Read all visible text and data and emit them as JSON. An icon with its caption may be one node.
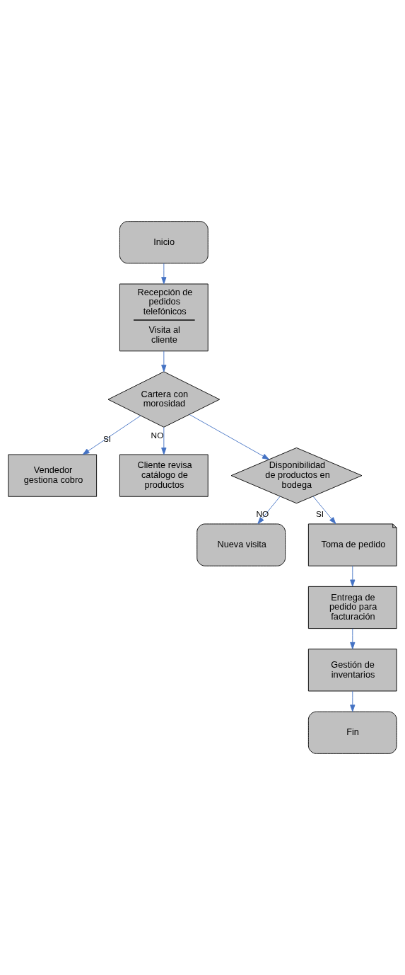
{
  "diagram": {
    "nodes": [
      {
        "text": [
          "Inicio"
        ]
      },
      {
        "text": [
          "Recepción de pedidos telefónicos",
          "Visita al cliente"
        ]
      },
      {
        "text": [
          "Cartera con morosidad"
        ]
      },
      {
        "text": [
          "Vendedor gestiona cobro"
        ]
      },
      {
        "text": [
          "Cliente revisa catálogo de productos"
        ]
      },
      {
        "text": [
          "Disponibilidad de productos en bodega"
        ]
      },
      {
        "text": [
          "Nueva visita"
        ]
      },
      {
        "text": [
          "Toma de pedido"
        ]
      },
      {
        "text": [
          "Entrega de pedido para facturación"
        ]
      },
      {
        "text": [
          "Gestión de inventarios"
        ]
      },
      {
        "text": [
          "Fin"
        ]
      }
    ],
    "edges": [
      {
        "from": 0,
        "to": 1,
        "arrow": "to"
      },
      {
        "from": 1,
        "to": 2,
        "arrow": "to"
      },
      {
        "from": 2,
        "to": 3,
        "arrow": "to",
        "label": "SI"
      },
      {
        "from": 2,
        "to": 4,
        "arrow": "to",
        "label": "NO"
      },
      {
        "from": 2,
        "to": 5,
        "arrow": "to"
      },
      {
        "from": 5,
        "to": 6,
        "arrow": "to",
        "label": "NO"
      },
      {
        "from": 5,
        "to": 7,
        "arrow": "to",
        "label": "SI"
      },
      {
        "from": 7,
        "to": 8,
        "arrow": "to"
      },
      {
        "from": 8,
        "to": 9,
        "arrow": "to"
      },
      {
        "from": 9,
        "to": 10,
        "arrow": "to"
      }
    ]
  }
}
